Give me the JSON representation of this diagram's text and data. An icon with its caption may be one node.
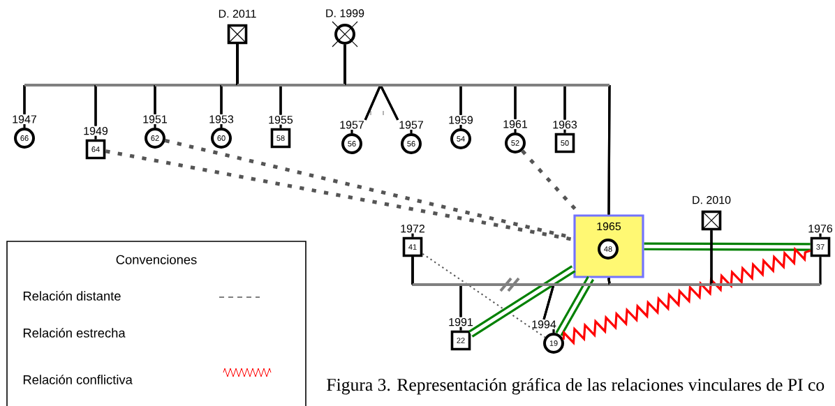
{
  "diagram": {
    "caption": "Figura 3. Representación gráfica de las relaciones vinculares de PI co",
    "nodes": [
      {
        "text": [
          "D. 2011"
        ]
      },
      {
        "text": [
          "D. 1999"
        ]
      },
      {
        "text": [
          "1947",
          "66"
        ]
      },
      {
        "text": [
          "1949",
          "64"
        ]
      },
      {
        "text": [
          "1951",
          "62"
        ]
      },
      {
        "text": [
          "1953",
          "60"
        ]
      },
      {
        "text": [
          "1955",
          "58"
        ]
      },
      {
        "text": [
          "1957",
          "56"
        ]
      },
      {
        "text": [
          "1957",
          "56"
        ]
      },
      {
        "text": [
          "1959",
          "54"
        ]
      },
      {
        "text": [
          "1961",
          "52"
        ]
      },
      {
        "text": [
          "1963",
          "50"
        ]
      },
      {
        "text": [
          "1965"
        ]
      },
      {
        "text": [
          "48"
        ],
        "in": 12
      },
      {
        "text": [
          "1972",
          "41"
        ]
      },
      {
        "text": [
          "D. 2010"
        ]
      },
      {
        "text": [
          "1976",
          "37"
        ]
      },
      {
        "text": [
          "1991",
          "22"
        ]
      },
      {
        "text": [
          "1994",
          "19"
        ]
      }
    ],
    "edges": [
      {
        "from": 0,
        "to": 1,
        "arrow": "none"
      },
      {
        "from": 0,
        "to": 2,
        "arrow": "none"
      },
      {
        "from": 1,
        "to": 2,
        "arrow": "none"
      },
      {
        "from": 0,
        "to": 3,
        "arrow": "none"
      },
      {
        "from": 1,
        "to": 3,
        "arrow": "none"
      },
      {
        "from": 0,
        "to": 4,
        "arrow": "none"
      },
      {
        "from": 1,
        "to": 4,
        "arrow": "none"
      },
      {
        "from": 0,
        "to": 5,
        "arrow": "none"
      },
      {
        "from": 1,
        "to": 5,
        "arrow": "none"
      },
      {
        "from": 0,
        "to": 6,
        "arrow": "none"
      },
      {
        "from": 1,
        "to": 6,
        "arrow": "none"
      },
      {
        "from": 0,
        "to": 7,
        "arrow": "none"
      },
      {
        "from": 1,
        "to": 7,
        "arrow": "none"
      },
      {
        "from": 0,
        "to": 8,
        "arrow": "none"
      },
      {
        "from": 1,
        "to": 8,
        "arrow": "none"
      },
      {
        "from": 0,
        "to": 9,
        "arrow": "none"
      },
      {
        "from": 1,
        "to": 9,
        "arrow": "none"
      },
      {
        "from": 0,
        "to": 10,
        "arrow": "none"
      },
      {
        "from": 1,
        "to": 10,
        "arrow": "none"
      },
      {
        "from": 0,
        "to": 11,
        "arrow": "none"
      },
      {
        "from": 1,
        "to": 11,
        "arrow": "none"
      },
      {
        "from": 0,
        "to": 12,
        "arrow": "none"
      },
      {
        "from": 1,
        "to": 12,
        "arrow": "none"
      },
      {
        "from": 14,
        "to": 12,
        "arrow": "none"
      },
      {
        "from": 12,
        "to": 15,
        "arrow": "none"
      },
      {
        "from": 15,
        "to": 16,
        "arrow": "none"
      },
      {
        "from": 14,
        "to": 17,
        "arrow": "none"
      },
      {
        "from": 12,
        "to": 17,
        "arrow": "none"
      },
      {
        "from": 14,
        "to": 18,
        "arrow": "none"
      },
      {
        "from": 12,
        "to": 18,
        "arrow": "none"
      },
      {
        "from": 3,
        "to": 12,
        "arrow": "none",
        "style": "dashed",
        "color": "#555555"
      },
      {
        "from": 4,
        "to": 12,
        "arrow": "none",
        "style": "dashed",
        "color": "#555555"
      },
      {
        "from": 10,
        "to": 12,
        "arrow": "none",
        "style": "dashed",
        "color": "#555555"
      },
      {
        "from": 14,
        "to": 18,
        "arrow": "none",
        "style": "dashed",
        "color": "#555555"
      },
      {
        "from": 12,
        "to": 16,
        "arrow": "none",
        "style": "thick",
        "color": "#008000"
      },
      {
        "from": 12,
        "to": 17,
        "arrow": "none",
        "style": "thick",
        "color": "#008000"
      },
      {
        "from": 12,
        "to": 18,
        "arrow": "none",
        "style": "thick",
        "color": "#008000"
      },
      {
        "from": 18,
        "to": 16,
        "arrow": "none",
        "color": "#ff0000"
      }
    ],
    "labels": [
      "Convenciones"
    ],
    "legend": [
      {
        "text": "Relación distante"
      },
      {
        "text": "Relación estrecha"
      },
      {
        "text": "Relación conflictiva"
      }
    ]
  }
}
